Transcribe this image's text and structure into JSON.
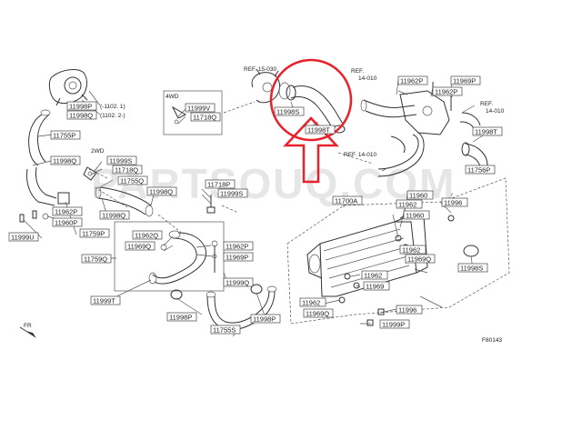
{
  "watermark": "PARTSOUQ.COM",
  "callouts": [
    {
      "id": "c1",
      "text": "11998P"
    },
    {
      "id": "c2",
      "text": "11998Q"
    },
    {
      "id": "c3",
      "text": "11755P"
    },
    {
      "id": "c4",
      "text": "11998Q"
    },
    {
      "id": "c5",
      "text": "11999S"
    },
    {
      "id": "c6",
      "text": "11718Q"
    },
    {
      "id": "c7",
      "text": "11755Q"
    },
    {
      "id": "c8",
      "text": "11998Q"
    },
    {
      "id": "c9",
      "text": "11962P"
    },
    {
      "id": "c10",
      "text": "11960P"
    },
    {
      "id": "c11",
      "text": "11998Q"
    },
    {
      "id": "c12",
      "text": "11759P"
    },
    {
      "id": "c13",
      "text": "11999U"
    },
    {
      "id": "c14",
      "text": "11962Q"
    },
    {
      "id": "c15",
      "text": "11969Q"
    },
    {
      "id": "c16",
      "text": "11759Q"
    },
    {
      "id": "c17",
      "text": "11999T"
    },
    {
      "id": "c18",
      "text": "11998P"
    },
    {
      "id": "c19",
      "text": "11999V"
    },
    {
      "id": "c20",
      "text": "11718Q"
    },
    {
      "id": "c21",
      "text": "11718P"
    },
    {
      "id": "c22",
      "text": "11999S"
    },
    {
      "id": "c23",
      "text": "11962P"
    },
    {
      "id": "c24",
      "text": "11969P"
    },
    {
      "id": "c25",
      "text": "11999Q"
    },
    {
      "id": "c26",
      "text": "11755S"
    },
    {
      "id": "c27",
      "text": "11998P"
    },
    {
      "id": "c28",
      "text": "11998S"
    },
    {
      "id": "c29",
      "text": "11998T"
    },
    {
      "id": "c30",
      "text": "11962P"
    },
    {
      "id": "c31",
      "text": "11962P"
    },
    {
      "id": "c32",
      "text": "11969P"
    },
    {
      "id": "c33",
      "text": "11998T"
    },
    {
      "id": "c34",
      "text": "11756P"
    },
    {
      "id": "c35",
      "text": "11700A"
    },
    {
      "id": "c36",
      "text": "11960"
    },
    {
      "id": "c37",
      "text": "11962"
    },
    {
      "id": "c38",
      "text": "11960"
    },
    {
      "id": "c39",
      "text": "11962"
    },
    {
      "id": "c40",
      "text": "11969Q"
    },
    {
      "id": "c41",
      "text": "11996"
    },
    {
      "id": "c42",
      "text": "11998S"
    },
    {
      "id": "c43",
      "text": "11962"
    },
    {
      "id": "c44",
      "text": "11969"
    },
    {
      "id": "c45",
      "text": "11962"
    },
    {
      "id": "c46",
      "text": "11969Q"
    },
    {
      "id": "c47",
      "text": "11996"
    },
    {
      "id": "c48",
      "text": "11999P"
    }
  ],
  "refs": {
    "r_top1": "REF. 15-030",
    "r_top2": "REF.",
    "r_top2b": "14-010",
    "r_right": "REF.",
    "r_rightb": "14-010",
    "r_mid": "REF. 14-010"
  },
  "side_labels": {
    "range1": "(-1102. 1)",
    "range2": "(1102. 2-)",
    "fourwd": "4WD",
    "twowd": "2WD",
    "fr": "FR",
    "fig": "F80143"
  },
  "highlight_color": "#e8212a"
}
